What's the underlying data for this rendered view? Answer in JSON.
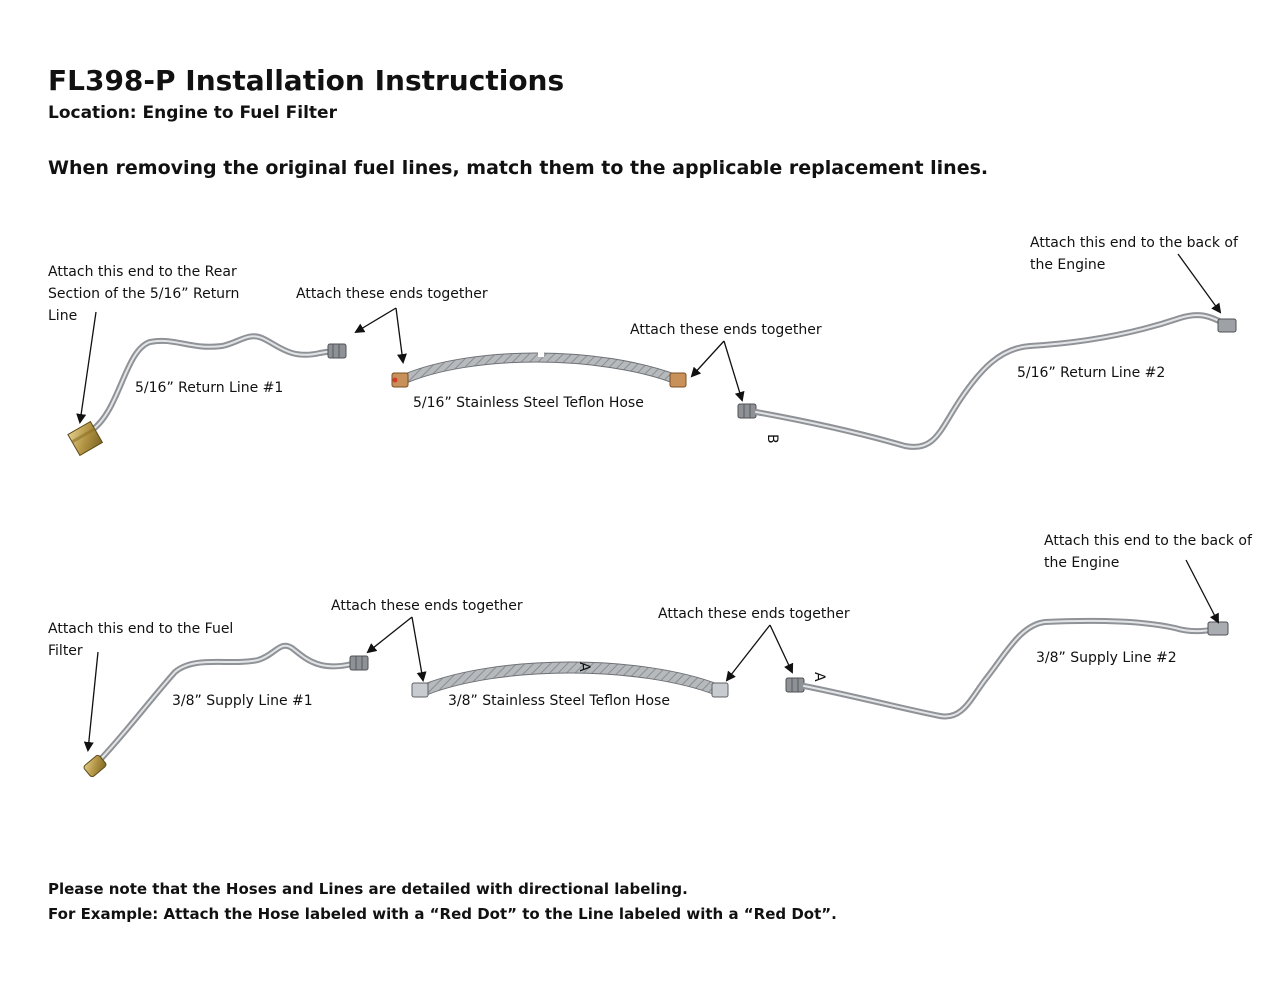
{
  "title": "FL398-P Installation Instructions",
  "subtitle": "Location: Engine to Fuel Filter",
  "instruction": "When removing the original fuel lines, match them to the applicable replacement lines.",
  "return_section": {
    "rear_callout": [
      "Attach this end to the Rear",
      "Section of the 5/16” Return",
      "Line"
    ],
    "line1_label": "5/16” Return Line #1",
    "join1_callout": "Attach these ends together",
    "hose_label": "5/16” Stainless Steel Teflon Hose",
    "join2_callout": "Attach these ends together",
    "line2_label": "5/16” Return Line #2",
    "engine_callout": [
      "Attach this end to the back of",
      "the Engine"
    ],
    "line2_mark": "B"
  },
  "supply_section": {
    "filter_callout": [
      "Attach this end to the Fuel",
      "Filter"
    ],
    "line1_label": "3/8” Supply Line #1",
    "join1_callout": "Attach these ends together",
    "hose_label": "3/8” Stainless Steel Teflon Hose",
    "hose_mark": "A",
    "join2_callout": "Attach these ends together",
    "line2_label": "3/8” Supply Line #2",
    "line2_mark": "A",
    "engine_callout": [
      "Attach this end to the back of",
      "the Engine"
    ]
  },
  "notes": [
    "Please note that the Hoses and Lines are detailed with directional labeling.",
    "For Example: Attach the Hose labeled with a “Red Dot” to the Line labeled with a “Red Dot”."
  ]
}
